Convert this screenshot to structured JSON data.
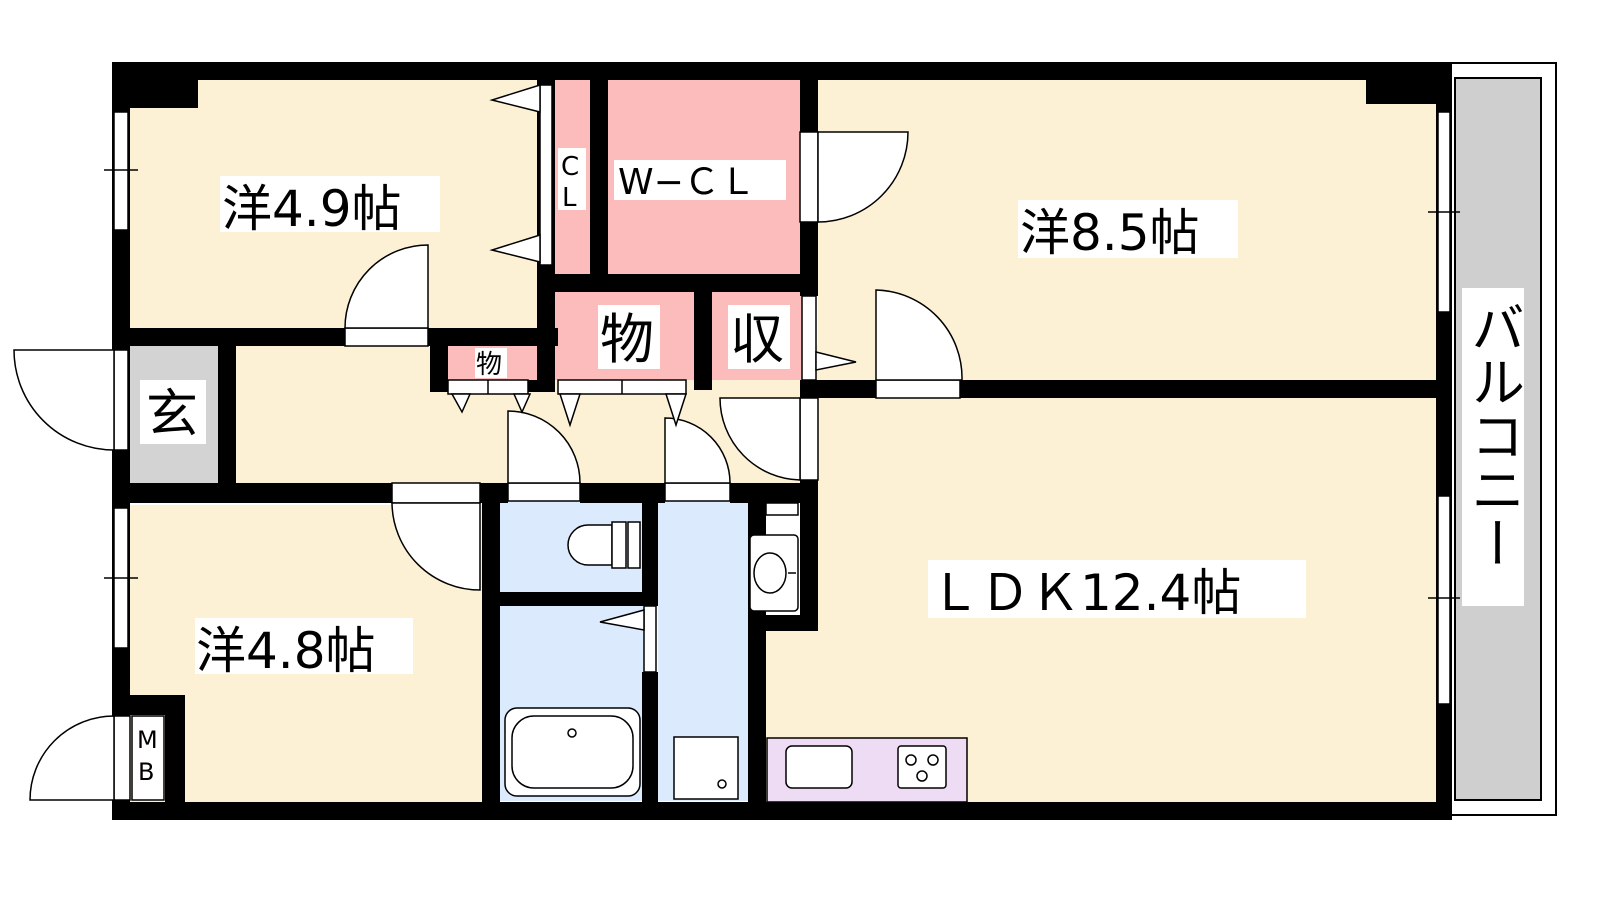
{
  "rooms": {
    "bedroom_a": {
      "label": "洋4.9帖"
    },
    "bedroom_b": {
      "label": "洋8.5帖"
    },
    "bedroom_c": {
      "label": "洋4.8帖"
    },
    "ldk": {
      "label": "ＬＤＫ12.4帖"
    },
    "entrance": {
      "label": "玄"
    },
    "wcl": {
      "label": "W−ＣＬ"
    },
    "closet_top": "C",
    "closet_bottom": "L",
    "storage_large": {
      "label": "物"
    },
    "storage_small": {
      "label": "物"
    },
    "storage_shu": {
      "label": "収"
    },
    "meter_box_top": "M",
    "meter_box_bottom": "B",
    "balcony": {
      "label": "バルコニー"
    }
  },
  "colors": {
    "room_fill": "#fdf1d5",
    "storage_fill": "#fcbcbc",
    "wet_area_fill": "#dbeafc",
    "kitchen_fill": "#eddcf3",
    "entrance_fill": "#d3d3d3",
    "balcony_fill": "#cfcfcf",
    "wall": "#000000"
  }
}
